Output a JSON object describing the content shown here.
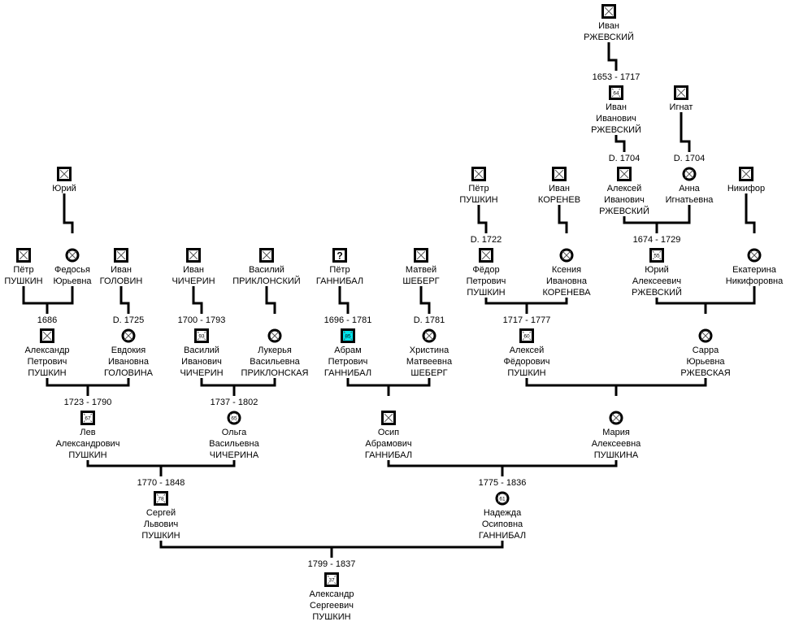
{
  "people": [
    {
      "id": "ivan-rzhevsky",
      "names": [
        "Иван",
        "РЖЕВСКИЙ"
      ],
      "sex": "m"
    },
    {
      "id": "ivan-ivanovich-rzhevsky",
      "names": [
        "Иван",
        "Иванович",
        "РЖЕВСКИЙ"
      ],
      "sex": "m",
      "dates": "1653 - 1717",
      "age": "64"
    },
    {
      "id": "ignat",
      "names": [
        "Игнат"
      ],
      "sex": "m"
    },
    {
      "id": "aleksey-ivanovich-rzhevsky",
      "names": [
        "Алексей",
        "Иванович",
        "РЖЕВСКИЙ"
      ],
      "sex": "m",
      "dates": "D. 1704"
    },
    {
      "id": "anna-ignatyevna",
      "names": [
        "Анна",
        "Игнатьевна"
      ],
      "sex": "f",
      "dates": "D. 1704"
    },
    {
      "id": "petr-pushkin-elder",
      "names": [
        "Пётр",
        "ПУШКИН"
      ],
      "sex": "m"
    },
    {
      "id": "ivan-korenev",
      "names": [
        "Иван",
        "КОРЕНЕВ"
      ],
      "sex": "m"
    },
    {
      "id": "nikifor",
      "names": [
        "Никифор"
      ],
      "sex": "m"
    },
    {
      "id": "yuriy",
      "names": [
        "Юрий"
      ],
      "sex": "m"
    },
    {
      "id": "petr-pushkin",
      "names": [
        "Пётр",
        "ПУШКИН"
      ],
      "sex": "m"
    },
    {
      "id": "fedosya-yuryevna",
      "names": [
        "Федосья",
        "Юрьевна"
      ],
      "sex": "f"
    },
    {
      "id": "ivan-golovin",
      "names": [
        "Иван",
        "ГОЛОВИН"
      ],
      "sex": "m"
    },
    {
      "id": "ivan-chicherin",
      "names": [
        "Иван",
        "ЧИЧЕРИН"
      ],
      "sex": "m"
    },
    {
      "id": "vasiliy-priklonsky",
      "names": [
        "Василий",
        "ПРИКЛОНСКИЙ"
      ],
      "sex": "m"
    },
    {
      "id": "petr-gannibal",
      "names": [
        "Пётр",
        "ГАННИБАЛ"
      ],
      "sex": "u"
    },
    {
      "id": "matvey-sheberg",
      "names": [
        "Матвей",
        "ШЕБЕРГ"
      ],
      "sex": "m"
    },
    {
      "id": "fedor-petrovich-pushkin",
      "names": [
        "Фёдор",
        "Петрович",
        "ПУШКИН"
      ],
      "sex": "m",
      "dates": "D. 1722"
    },
    {
      "id": "kseniya-ivanovna-koreneva",
      "names": [
        "Ксения",
        "Ивановна",
        "КОРЕНЕВА"
      ],
      "sex": "f"
    },
    {
      "id": "yuriy-alekseevich-rzhevsky",
      "names": [
        "Юрий",
        "Алексеевич",
        "РЖЕВСКИЙ"
      ],
      "sex": "m",
      "dates": "1674 - 1729",
      "age": "55"
    },
    {
      "id": "ekaterina-nikiforovna",
      "names": [
        "Екатерина",
        "Никифоровна"
      ],
      "sex": "f"
    },
    {
      "id": "aleksandr-petrovich-pushkin",
      "names": [
        "Александр",
        "Петрович",
        "ПУШКИН"
      ],
      "sex": "m",
      "dates": "1686"
    },
    {
      "id": "evdokiya-ivanovna-golovina",
      "names": [
        "Евдокия",
        "Ивановна",
        "ГОЛОВИНА"
      ],
      "sex": "f",
      "dates": "D. 1725"
    },
    {
      "id": "vasiliy-ivanovich-chicherin",
      "names": [
        "Василий",
        "Иванович",
        "ЧИЧЕРИН"
      ],
      "sex": "m",
      "dates": "1700 - 1793",
      "age": "93"
    },
    {
      "id": "lukerya-vasilyevna-priklonskaya",
      "names": [
        "Лукерья",
        "Васильевна",
        "ПРИКЛОНСКАЯ"
      ],
      "sex": "f"
    },
    {
      "id": "abram-petrovich-gannibal",
      "names": [
        "Абрам",
        "Петрович",
        "ГАННИБАЛ"
      ],
      "sex": "m",
      "dates": "1696 - 1781",
      "age": "85",
      "highlight": "#00e5ee"
    },
    {
      "id": "khristina-matveevna-sheberg",
      "names": [
        "Христина",
        "Матвеевна",
        "ШЕБЕРГ"
      ],
      "sex": "f",
      "dates": "D. 1781"
    },
    {
      "id": "aleksey-fedorovich-pushkin",
      "names": [
        "Алексей",
        "Фёдорович",
        "ПУШКИН"
      ],
      "sex": "m",
      "dates": "1717 - 1777",
      "age": "60"
    },
    {
      "id": "sarra-yuryevna-rzhevskaya",
      "names": [
        "Сарра",
        "Юрьевна",
        "РЖЕВСКАЯ"
      ],
      "sex": "f"
    },
    {
      "id": "lev-aleksandrovich-pushkin",
      "names": [
        "Лев",
        "Александрович",
        "ПУШКИН"
      ],
      "sex": "m",
      "dates": "1723 - 1790",
      "age": "67"
    },
    {
      "id": "olga-vasilyevna-chicherina",
      "names": [
        "Ольга",
        "Васильевна",
        "ЧИЧЕРИНА"
      ],
      "sex": "f",
      "dates": "1737 - 1802",
      "age": "65"
    },
    {
      "id": "osip-abramovich-gannibal",
      "names": [
        "Осип",
        "Абрамович",
        "ГАННИБАЛ"
      ],
      "sex": "m"
    },
    {
      "id": "mariya-alekseevna-pushkina",
      "names": [
        "Мария",
        "Алексеевна",
        "ПУШКИНА"
      ],
      "sex": "f"
    },
    {
      "id": "sergey-lvovich-pushkin",
      "names": [
        "Сергей",
        "Львович",
        "ПУШКИН"
      ],
      "sex": "m",
      "dates": "1770 - 1848",
      "age": "78"
    },
    {
      "id": "nadezhda-osipovna-gannibal",
      "names": [
        "Надежда",
        "Осиповна",
        "ГАННИБАЛ"
      ],
      "sex": "f",
      "dates": "1775 - 1836",
      "age": "61"
    },
    {
      "id": "aleksandr-sergeevich-pushkin",
      "names": [
        "Александр",
        "Сергеевич",
        "ПУШКИН"
      ],
      "sex": "m",
      "dates": "1799 - 1837",
      "age": "37"
    }
  ]
}
